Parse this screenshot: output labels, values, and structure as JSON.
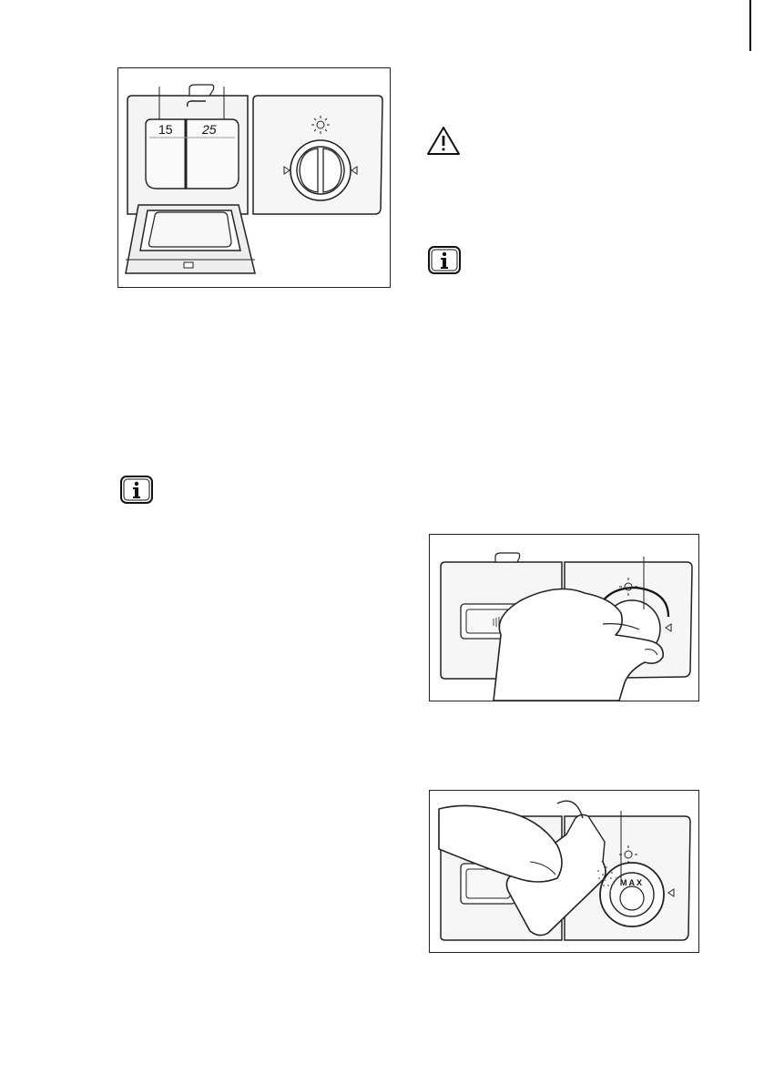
{
  "figure1": {
    "scale_left": "15",
    "scale_right": "25"
  },
  "figure3": {
    "knob_marking": "MAX"
  },
  "icons": {
    "warning": "warning-triangle-icon",
    "info": "info-icon"
  }
}
